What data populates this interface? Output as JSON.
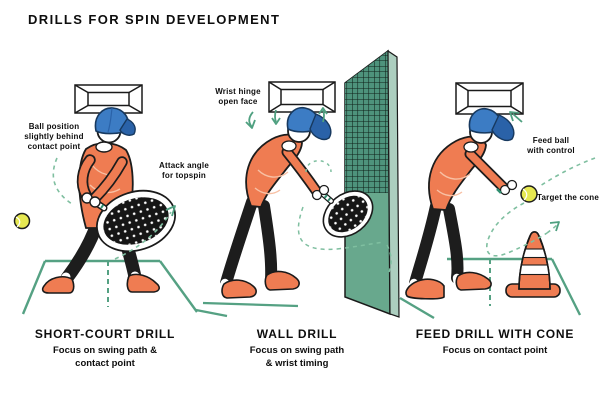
{
  "title": "DRILLS FOR SPIN DEVELOPMENT",
  "panels": [
    {
      "heading": "SHORT-COURT DRILL",
      "caption": "Focus on swing path &\ncontact point",
      "annotations": {
        "ball_position": "Ball position\nslightly behind\ncontact point",
        "attack_angle": "Attack angle\nfor topspin"
      }
    },
    {
      "heading": "WALL DRILL",
      "caption": "Focus on swing path\n& wrist timing",
      "annotations": {
        "wrist_hinge": "Wrist hinge\nopen face"
      }
    },
    {
      "heading": "FEED DRILL WITH CONE",
      "caption": "Focus on contact point",
      "annotations": {
        "feed_ball": "Feed ball\nwith control",
        "target_cone": "Target the cone"
      }
    }
  ],
  "colors": {
    "shirt_orange": "#EF7C52",
    "cap_blue": "#3C7CC4",
    "court_green": "#55A183",
    "dashed_arrow_green": "#7FBFA0",
    "wall_green": "#68A88D",
    "mesh_green": "#4E937C",
    "ball_yellow": "#E6E851",
    "cone_orange": "#EF7C52",
    "text_black": "#111111"
  }
}
